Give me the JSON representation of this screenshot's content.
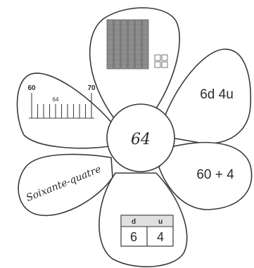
{
  "center": {
    "number": "64"
  },
  "petals": {
    "decomposition": "6d 4u",
    "sum": "60 + 4",
    "words": "Soixante-quatre",
    "number_line": {
      "start_label": "60",
      "end_label": "70",
      "marker_label": "64",
      "start": 60,
      "end": 70,
      "marker": 64
    },
    "blocks": {
      "rods": 6,
      "units": 4
    },
    "table": {
      "header_d": "d",
      "header_u": "u",
      "value_d": "6",
      "value_u": "4"
    }
  }
}
